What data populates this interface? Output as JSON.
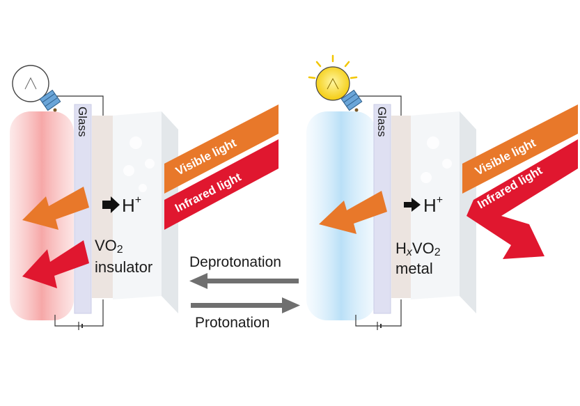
{
  "left_panel": {
    "glass_label": "Glass",
    "proton_label": "H",
    "proton_charge": "+",
    "material_label_main": "VO",
    "material_label_sub": "2",
    "state_label": "insulator",
    "visible_band_label": "Visible light",
    "infrared_band_label": "Infrared light",
    "bulb_state": "off"
  },
  "right_panel": {
    "glass_label": "Glass",
    "proton_label": "H",
    "proton_charge": "+",
    "material_label_h": "H",
    "material_label_x": "x",
    "material_label_vo": "VO",
    "material_label_sub": "2",
    "state_label": "metal",
    "visible_band_label": "Visible light",
    "infrared_band_label": "Infrared light",
    "bulb_state": "on"
  },
  "center": {
    "top_arrow_label": "Deprotonation",
    "bottom_arrow_label": "Protonation"
  },
  "colors": {
    "visible_light": "#e8782a",
    "infrared_light": "#e0172f",
    "glass": "#dfe0f2",
    "vo2_film": "#ece4e0",
    "arrow_gray": "#6f6f6f",
    "warm_glow": "#f27d7d",
    "cool_glow": "#9fd4f4",
    "bulb_on": "#f7d316"
  }
}
